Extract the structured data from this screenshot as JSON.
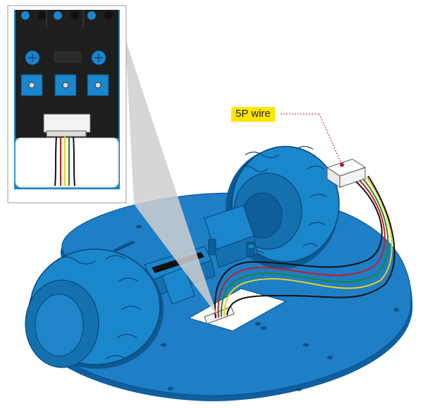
{
  "callout": {
    "label": "5P wire",
    "label_bg": "#ffe600",
    "leader_color": "#c0142a"
  },
  "colors": {
    "chassis": "#1e7ec6",
    "chassis_dark": "#0f5f9e",
    "tire": "#1a86cc",
    "tire_dark": "#0c5a92",
    "sensor_board": "#1f1f1f",
    "wire_colors": [
      "#111111",
      "#c81e1e",
      "#1a8a2a",
      "#e8d21a"
    ]
  },
  "inset": {
    "potentiometers": 3,
    "sensor_pairs": 3
  }
}
